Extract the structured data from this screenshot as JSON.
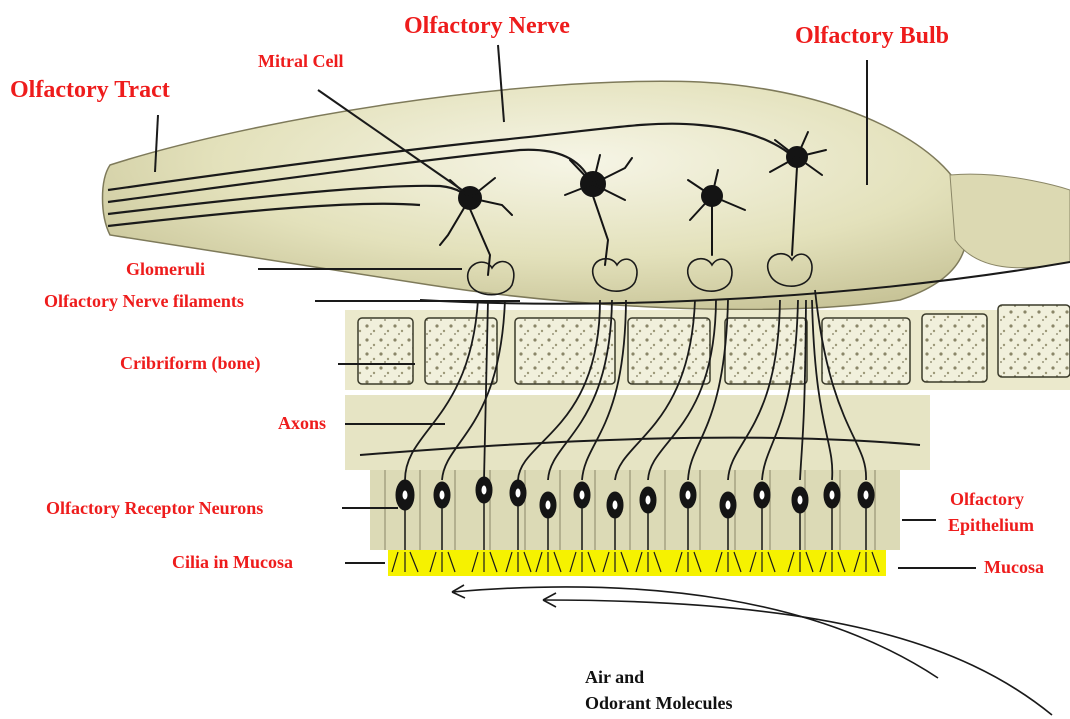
{
  "labels": {
    "olfactory_nerve": "Olfactory Nerve",
    "olfactory_bulb": "Olfactory Bulb",
    "olfactory_tract": "Olfactory Tract",
    "mitral_cell": "Mitral Cell",
    "glomeruli": "Glomeruli",
    "nerve_filaments": "Olfactory Nerve filaments",
    "cribriform": "Cribriform (bone)",
    "axons": "Axons",
    "receptor_neurons": "Olfactory Receptor Neurons",
    "cilia": "Cilia in Mucosa",
    "epithelium_line1": "Olfactory",
    "epithelium_line2": "Epithelium",
    "mucosa": "Mucosa",
    "air_line1": "Air and",
    "air_line2": "Odorant Molecules"
  },
  "colors": {
    "label_red": "#ee1c1c",
    "tissue": "#e4e2bc",
    "tissue_dark": "#c9c59a",
    "bone": "#efeed8",
    "mucosa_yellow": "#f6f200",
    "outline": "#1a1a1a"
  }
}
